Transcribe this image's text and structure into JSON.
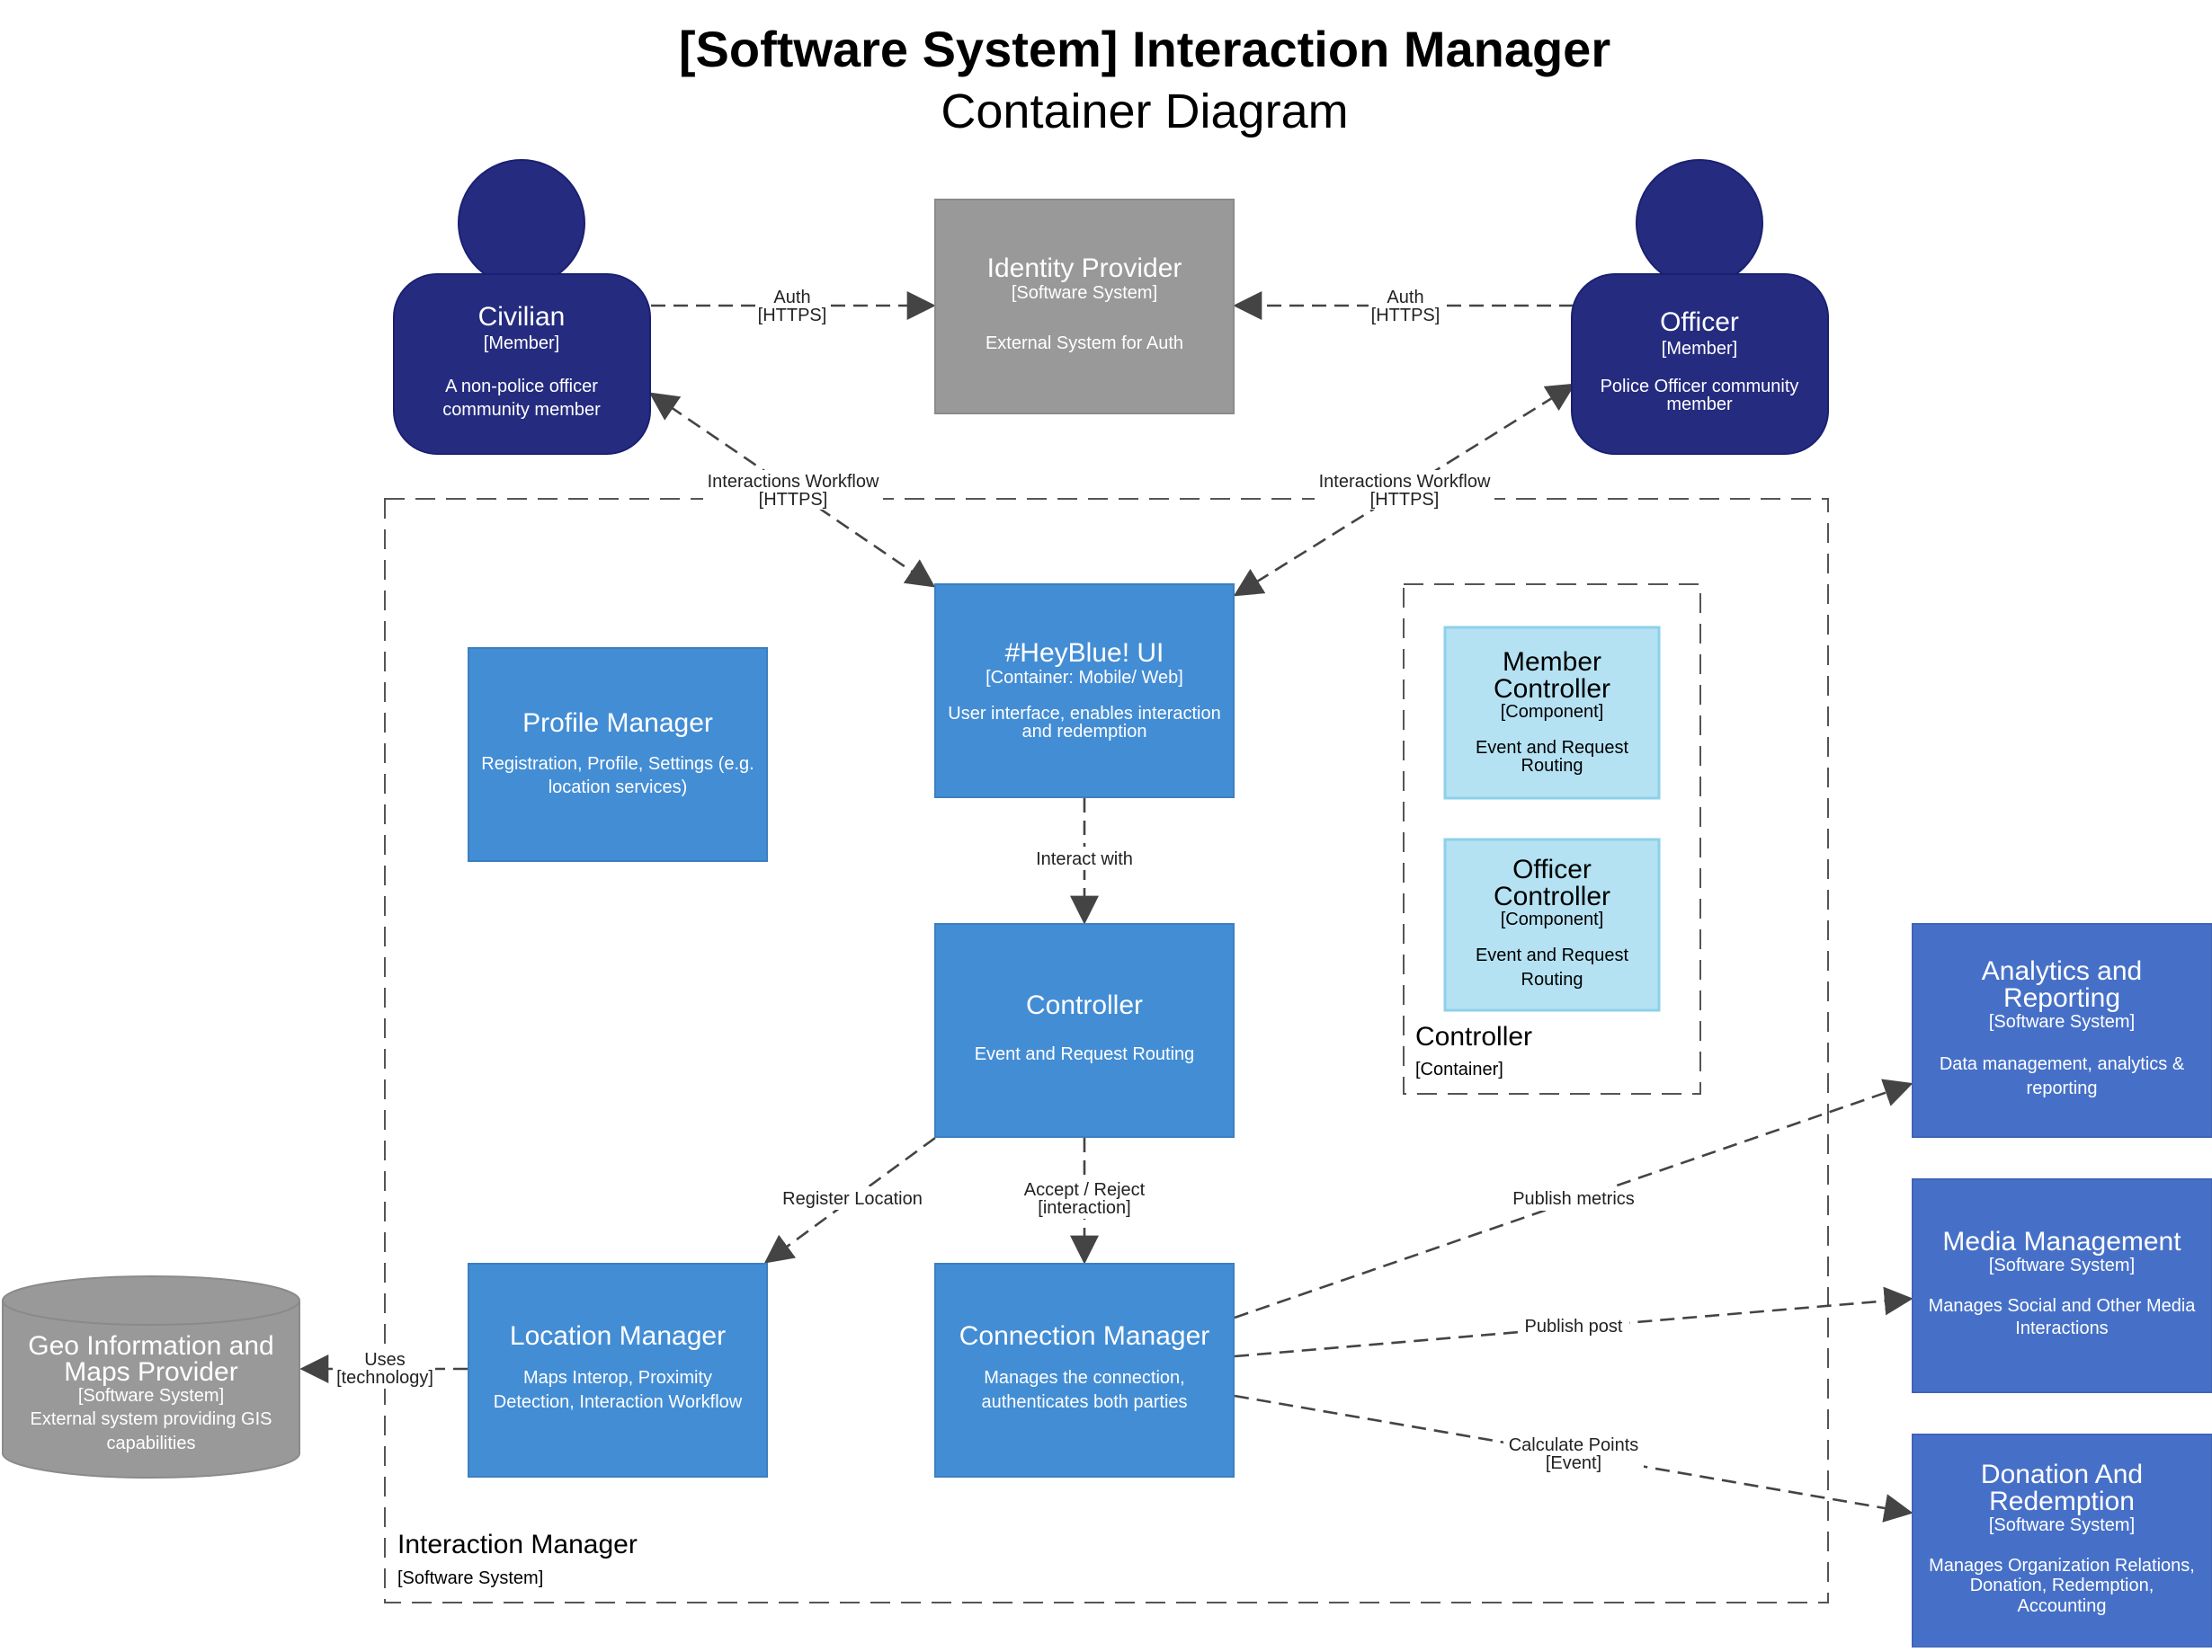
{
  "title": "[Software System] Interaction Manager",
  "subtitle": "Container Diagram",
  "colors": {
    "person": "#252c80",
    "external": "#999999",
    "container": "#438dd5",
    "component": "#b4e2f3",
    "software_system": "#4670c8",
    "edge": "#444444"
  },
  "nodes": {
    "civilian": {
      "name": "Civilian",
      "tag": "[Member]",
      "desc": [
        "A non-police officer",
        "community member"
      ]
    },
    "identity": {
      "name": "Identity Provider",
      "tag": "[Software System]",
      "desc": [
        "External System for Auth"
      ]
    },
    "officer": {
      "name": "Officer",
      "tag": "[Member]",
      "desc": [
        "Police Officer community",
        "member"
      ]
    },
    "profile": {
      "name": "Profile Manager",
      "desc": [
        "Registration, Profile, Settings (e.g.",
        "location services)"
      ]
    },
    "heyblue": {
      "name": "#HeyBlue! UI",
      "tag": "[Container: Mobile/ Web]",
      "desc": [
        "User interface, enables interaction",
        "and redemption"
      ]
    },
    "member_ctrl": {
      "name": [
        "Member",
        "Controller"
      ],
      "tag": "[Component]",
      "desc": [
        "Event and Request",
        "Routing"
      ]
    },
    "officer_ctrl": {
      "name": [
        "Officer",
        "Controller"
      ],
      "tag": "[Component]",
      "desc": [
        "Event and Request",
        "Routing"
      ]
    },
    "controller": {
      "name": "Controller",
      "desc": [
        "Event and Request Routing"
      ]
    },
    "location": {
      "name": "Location Manager",
      "desc": [
        "Maps Interop, Proximity",
        "Detection, Interaction Workflow"
      ]
    },
    "connection": {
      "name": "Connection Manager",
      "desc": [
        "Manages the connection,",
        "authenticates both parties"
      ]
    },
    "geo": {
      "name": [
        "Geo Information and",
        "Maps Provider"
      ],
      "tag": "[Software System]",
      "desc": [
        "External system providing GIS",
        "capabilities"
      ]
    },
    "analytics": {
      "name": [
        "Analytics and",
        "Reporting"
      ],
      "tag": "[Software System]",
      "desc": [
        "Data management, analytics &",
        "reporting"
      ]
    },
    "media": {
      "name": "Media Management",
      "tag": "[Software System]",
      "desc": [
        "Manages Social and Other Media",
        "Interactions"
      ]
    },
    "donation": {
      "name": [
        "Donation And",
        "Redemption"
      ],
      "tag": "[Software System]",
      "desc": [
        "Manages Organization Relations,",
        "Donation, Redemption,",
        "Accounting"
      ]
    }
  },
  "boundaries": {
    "interaction_manager": {
      "name": "Interaction Manager",
      "tag": "[Software System]"
    },
    "controller_group": {
      "name": "Controller",
      "tag": "[Container]"
    }
  },
  "edges": {
    "civ_auth": [
      "Auth",
      "[HTTPS]"
    ],
    "off_auth": [
      "Auth",
      "[HTTPS]"
    ],
    "civ_workflow": [
      "Interactions Workflow",
      "[HTTPS]"
    ],
    "off_workflow": [
      "Interactions Workflow",
      "[HTTPS]"
    ],
    "interact": [
      "Interact with"
    ],
    "register": [
      "Register Location"
    ],
    "accept": [
      "Accept / Reject",
      "[interaction]"
    ],
    "uses": [
      "Uses",
      "[technology]"
    ],
    "metrics": [
      "Publish metrics"
    ],
    "post": [
      "Publish post"
    ],
    "points": [
      "Calculate Points",
      "[Event]"
    ]
  }
}
